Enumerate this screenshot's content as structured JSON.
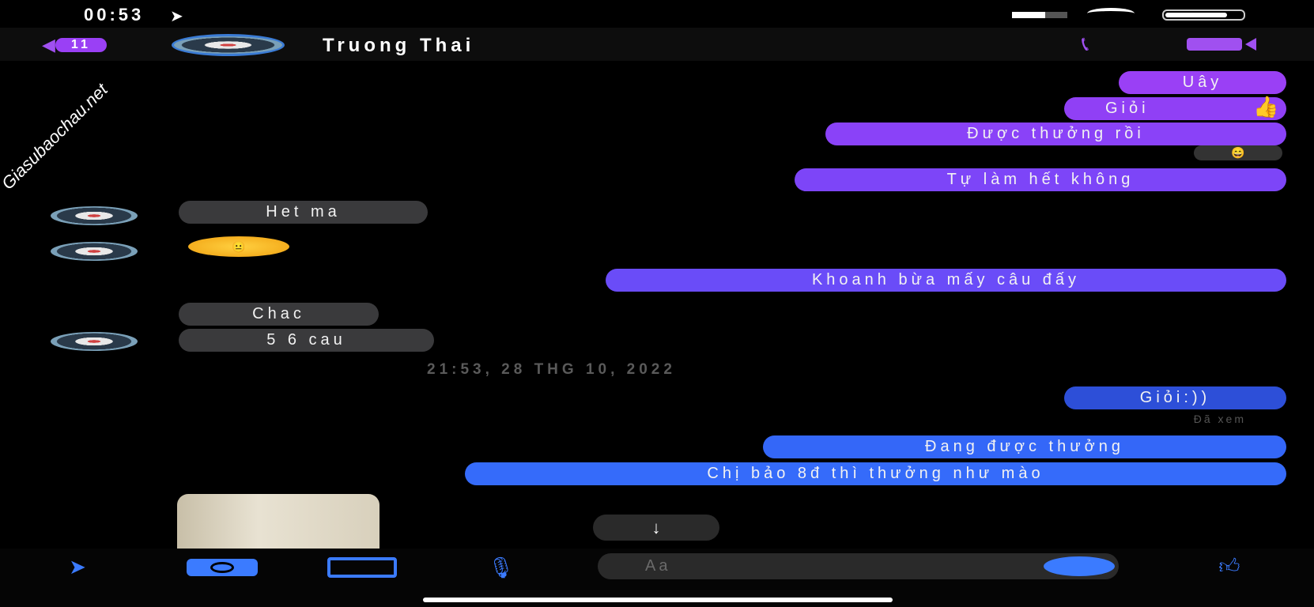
{
  "status_bar": {
    "time": "00:53",
    "location_icon": "location-arrow-icon",
    "signal_icon": "signal-icon",
    "wifi_icon": "wifi-icon",
    "battery_icon": "battery-icon"
  },
  "watermark": "Giasubaochau.net",
  "header": {
    "back_badge": "11",
    "contact_name": "Truong Thai",
    "call_icon": "phone-icon",
    "video_icon": "video-icon"
  },
  "messages": [
    {
      "side": "right",
      "text": "Uây"
    },
    {
      "side": "right",
      "text": "Giỏi"
    },
    {
      "side": "right",
      "text": "Được thưởng rồi"
    },
    {
      "side": "right",
      "text": "Tự làm hết không"
    },
    {
      "side": "left",
      "text": "Het ma"
    },
    {
      "side": "left",
      "text": "😐"
    },
    {
      "side": "right",
      "text": "Khoanh bừa mấy câu đấy"
    },
    {
      "side": "left",
      "text": "Chac"
    },
    {
      "side": "left",
      "text": "5 6 cau"
    },
    {
      "side": "right",
      "text": "Giỏi:))"
    },
    {
      "side": "right",
      "text": "Đang được thưởng"
    },
    {
      "side": "right",
      "text": "Chị bảo 8đ thì thưởng như mào"
    }
  ],
  "reaction": "😄",
  "thumbs_reaction": "👍",
  "timestamp": "21:53, 28 THG 10, 2022",
  "seen_label": "Đã xem",
  "scroll_down_icon": "↓",
  "composer": {
    "placeholder": "Aa"
  },
  "colors": {
    "purple": "#9a40f5",
    "blue": "#3366ff",
    "left_bubble": "#3a3a3c"
  }
}
